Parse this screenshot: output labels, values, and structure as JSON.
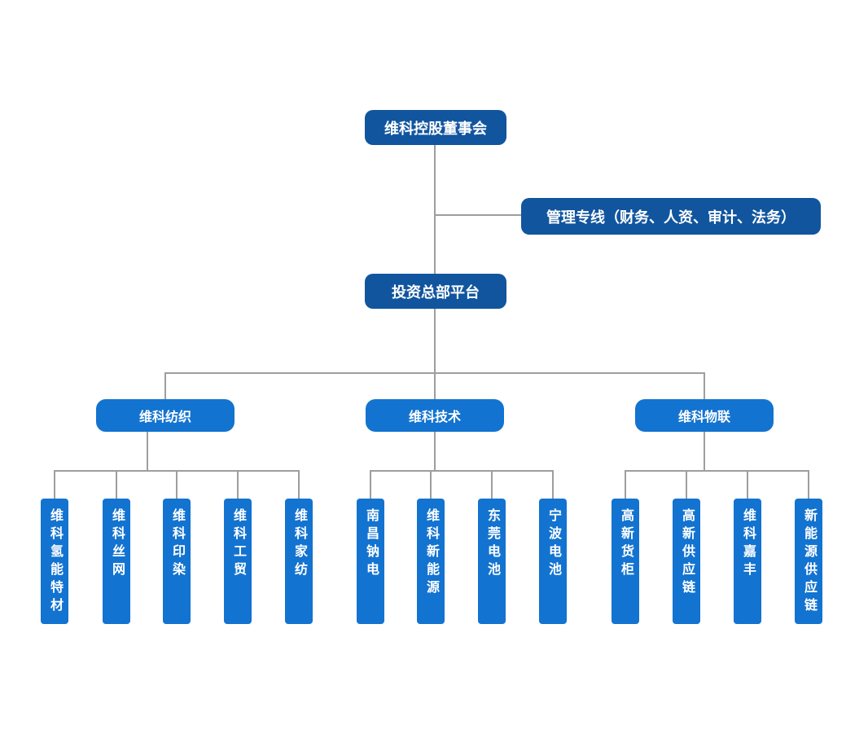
{
  "colors": {
    "node_dark": "#11559e",
    "node_blue": "#1373d0",
    "connector": "#9e9e9e",
    "node_text": "#ffffff",
    "page_bg": "#ffffff"
  },
  "org": {
    "root": {
      "label": "维科控股董事会"
    },
    "management": {
      "label": "管理专线（财务、人资、审计、法务）"
    },
    "platform": {
      "label": "投资总部平台"
    },
    "branches": [
      {
        "label": "维科纺织",
        "children": [
          "维科氢能特材",
          "维科丝网",
          "维科印染",
          "维科工贸",
          "维科家纺"
        ]
      },
      {
        "label": "维科技术",
        "children": [
          "南昌钠电",
          "维科新能源",
          "东莞电池",
          "宁波电池"
        ]
      },
      {
        "label": "维科物联",
        "children": [
          "高新货柜",
          "高新供应链",
          "维科嘉丰",
          "新能源供应链"
        ]
      }
    ]
  }
}
